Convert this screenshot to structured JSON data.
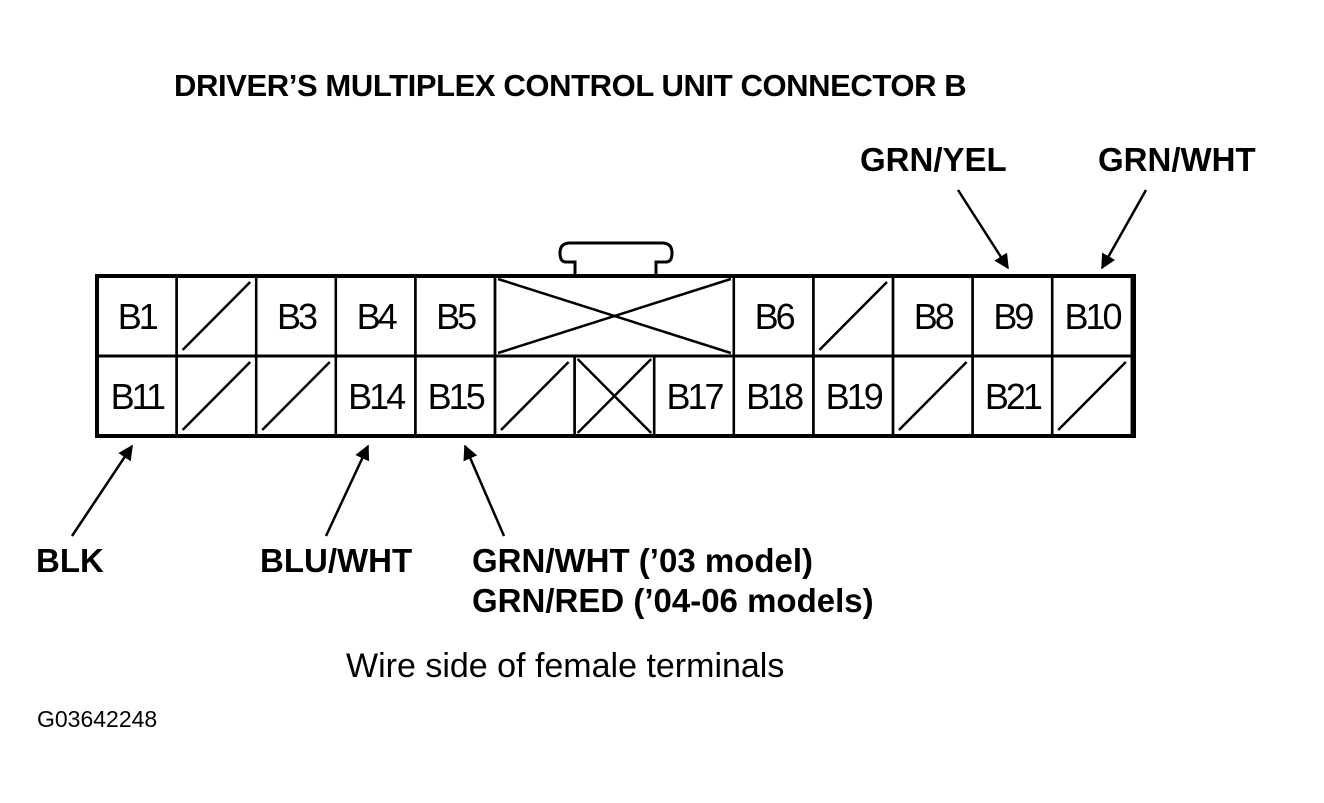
{
  "title": "DRIVER’S MULTIPLEX CONTROL UNIT CONNECTOR B",
  "connector": {
    "top_row": [
      "B1",
      "",
      "B3",
      "B4",
      "B5",
      "",
      "B6",
      "",
      "B8",
      "B9",
      "B10"
    ],
    "bottom_row": [
      "B11",
      "",
      "",
      "B14",
      "B15",
      "",
      "",
      "B17",
      "B18",
      "B19",
      "",
      "B21",
      ""
    ]
  },
  "wires": {
    "b9": "GRN/YEL",
    "b10": "GRN/WHT",
    "b11": "BLK",
    "b14": "BLU/WHT",
    "b15_line1": "GRN/WHT (’03 model)",
    "b15_line2": "GRN/RED (’04-06 models)"
  },
  "caption": "Wire side of female terminals",
  "figure_ref": "G03642248"
}
